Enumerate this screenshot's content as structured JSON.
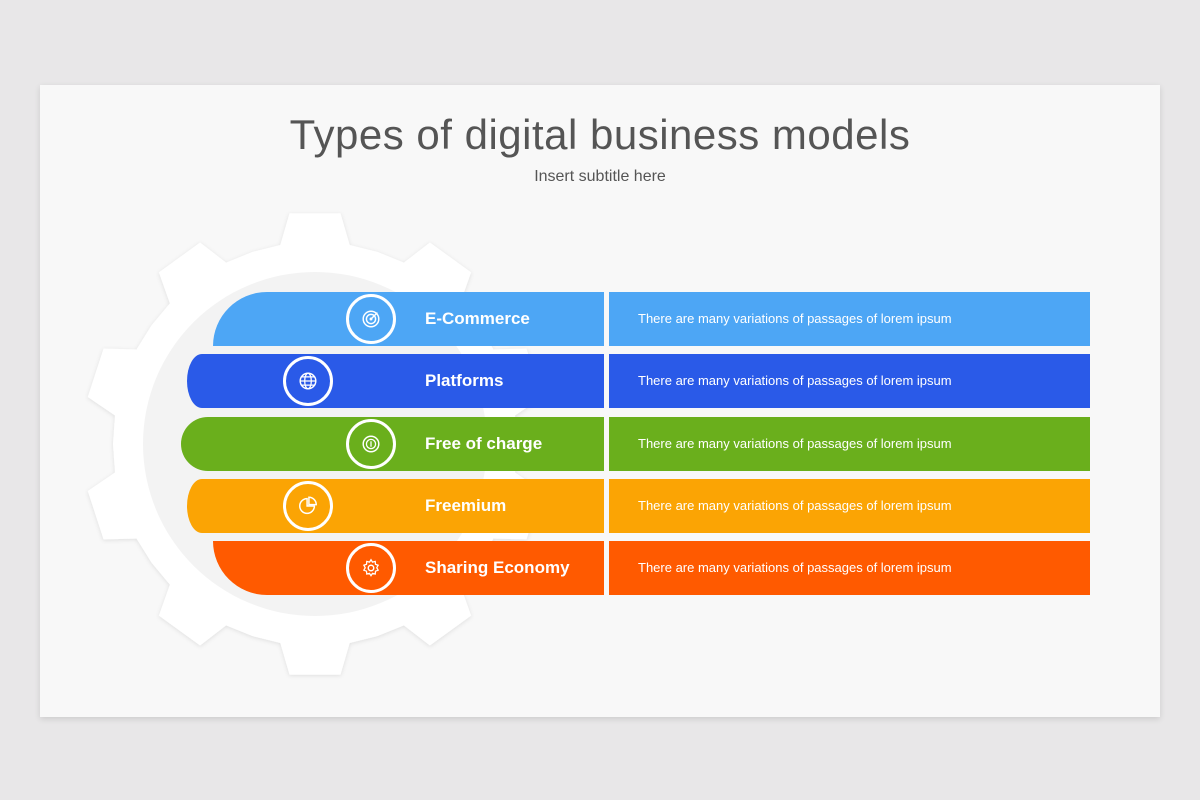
{
  "title": "Types of digital business models",
  "subtitle": "Insert subtitle here",
  "items": [
    {
      "label": "E-Commerce",
      "description": "There are many variations of passages of lorem ipsum",
      "color": "#4da6f5",
      "icon": "target-icon"
    },
    {
      "label": "Platforms",
      "description": "There are many variations of passages of lorem ipsum",
      "color": "#2a5ae8",
      "icon": "globe-icon"
    },
    {
      "label": "Free of charge",
      "description": "There are many variations of passages of lorem ipsum",
      "color": "#6aaf1c",
      "icon": "coin-icon"
    },
    {
      "label": "Freemium",
      "description": "There are many variations of passages of lorem ipsum",
      "color": "#fba404",
      "icon": "pie-chart-icon"
    },
    {
      "label": "Sharing Economy",
      "description": "There are many variations of passages of lorem ipsum",
      "color": "#ff5a00",
      "icon": "gear-icon"
    }
  ]
}
